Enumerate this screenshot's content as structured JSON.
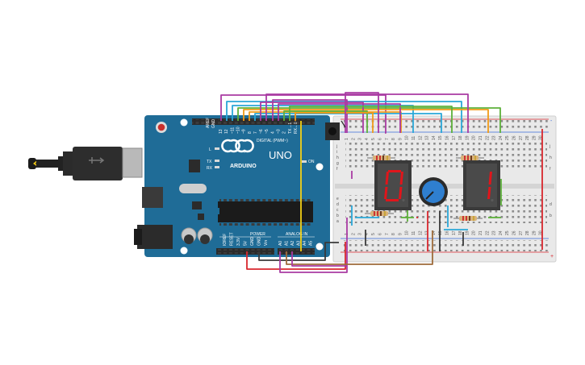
{
  "arduino": {
    "logo": "ARDUINO",
    "model": "UNO",
    "digital_header": "DIGITAL (PWM~)",
    "power_header": "POWER",
    "analog_header": "ANALOG IN",
    "led_l": "L",
    "led_tx": "TX",
    "led_rx": "RX",
    "on_label": "ON",
    "aref": "AREF",
    "gnd": "GND",
    "digital_pins": [
      "13",
      "12",
      "~11",
      "~10",
      "~9",
      "8",
      "7",
      "~6",
      "~5",
      "4",
      "~3",
      "2",
      "TX→1",
      "RX←0"
    ],
    "power_pins": [
      "IOREF",
      "RESET",
      "3.3V",
      "5V",
      "GND",
      "GND",
      "Vin"
    ],
    "analog_pins": [
      "A0",
      "A1",
      "A2",
      "A3",
      "A4",
      "A5"
    ]
  },
  "breadboard": {
    "row_letters_top": [
      "j",
      "i",
      "h",
      "g",
      "f"
    ],
    "row_letters_bottom": [
      "e",
      "d",
      "c",
      "b",
      "a"
    ],
    "column_numbers": [
      "1",
      "2",
      "3",
      "4",
      "5",
      "6",
      "7",
      "8",
      "9",
      "10",
      "11",
      "12",
      "13",
      "14",
      "15",
      "16",
      "17",
      "18",
      "19",
      "20",
      "21",
      "22",
      "23",
      "24",
      "25",
      "26",
      "27",
      "28",
      "29",
      "30"
    ],
    "plus": "+",
    "minus": "-"
  },
  "displays": {
    "left_digit": "0",
    "right_digit": "1",
    "segment_color": "#e0151b"
  },
  "colors": {
    "board_blue": "#1f6c97",
    "breadboard_bg": "#e9e9e9",
    "wire_purple": "#a93ba3",
    "wire_blue": "#2aa8d8",
    "wire_orange": "#f29b17",
    "wire_green": "#5db13a",
    "wire_yellow": "#f5d115",
    "wire_red": "#d9272e",
    "wire_brown": "#9e6b3a",
    "wire_black": "#3a3a3a"
  }
}
